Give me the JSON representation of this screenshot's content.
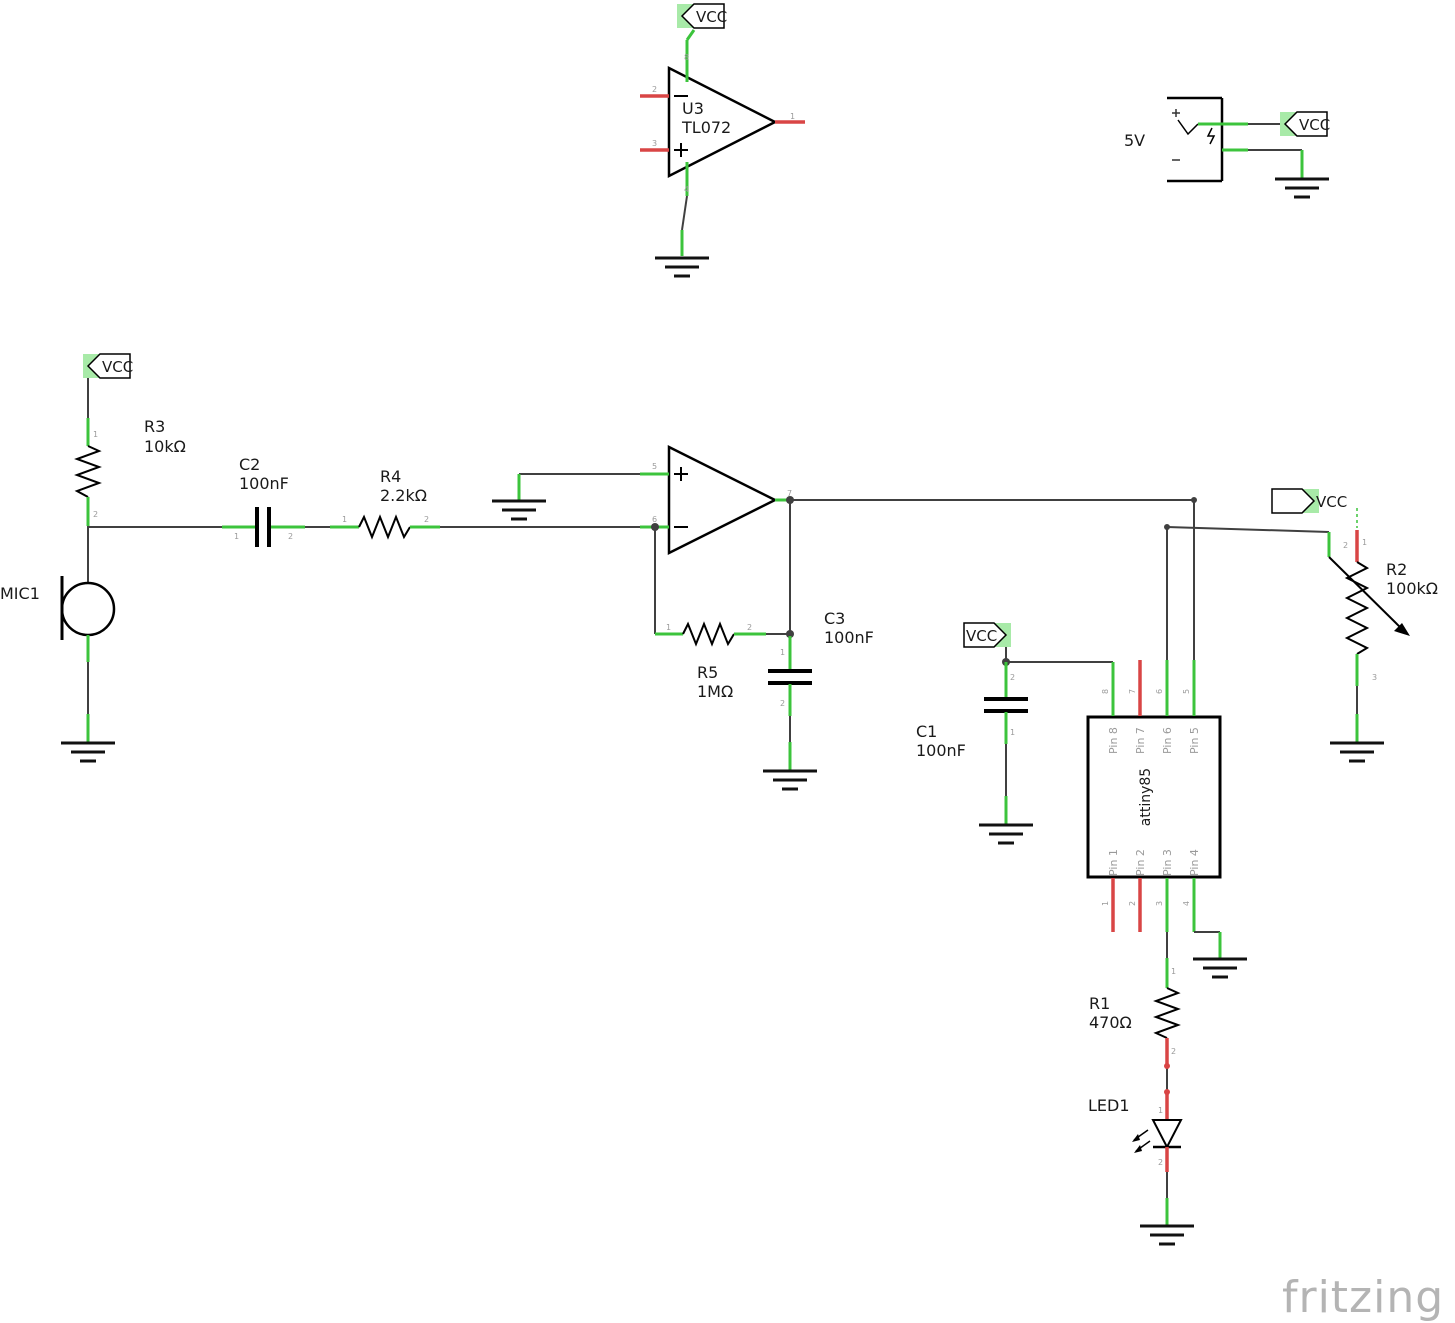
{
  "labels": {
    "u3": {
      "ref": "U3",
      "value": "TL072"
    },
    "r3": {
      "ref": "R3",
      "value": "10kΩ"
    },
    "c2": {
      "ref": "C2",
      "value": "100nF"
    },
    "r4": {
      "ref": "R4",
      "value": "2.2kΩ"
    },
    "c3": {
      "ref": "C3",
      "value": "100nF"
    },
    "r5": {
      "ref": "R5",
      "value": "1MΩ"
    },
    "c1": {
      "ref": "C1",
      "value": "100nF"
    },
    "r2": {
      "ref": "R2",
      "value": "100kΩ"
    },
    "r1": {
      "ref": "R1",
      "value": "470Ω"
    },
    "mic1": "MIC1",
    "led1": "LED1",
    "power": "5V",
    "attiny": "attiny85"
  },
  "vcc_label": "VCC",
  "attiny_pins": {
    "top": [
      "Pin 8",
      "Pin 7",
      "Pin 6",
      "Pin 5"
    ],
    "bottom": [
      "Pin 1",
      "Pin 2",
      "Pin 3",
      "Pin 4"
    ],
    "top_nums": [
      "8",
      "7",
      "6",
      "5"
    ],
    "bottom_nums": [
      "1",
      "2",
      "3",
      "4"
    ]
  },
  "pin_numbers": {
    "u3_top": [
      "8",
      "2",
      "3",
      "1",
      "4"
    ],
    "opamp2": [
      "5",
      "6",
      "7"
    ],
    "r3": [
      "1",
      "2"
    ],
    "c2": [
      "1",
      "2"
    ],
    "r4": [
      "1",
      "2"
    ],
    "r5": [
      "1",
      "2"
    ],
    "c3": [
      "1",
      "2"
    ],
    "c1": [
      "2",
      "1"
    ],
    "r2": [
      "2",
      "1",
      "3"
    ],
    "r1": [
      "1",
      "2"
    ],
    "led1": [
      "1",
      "2"
    ]
  },
  "watermark": "fritzing",
  "colors": {
    "wire": "#404040",
    "connected_pin": "#3cc43c",
    "unconnected_pin": "#d94545"
  }
}
